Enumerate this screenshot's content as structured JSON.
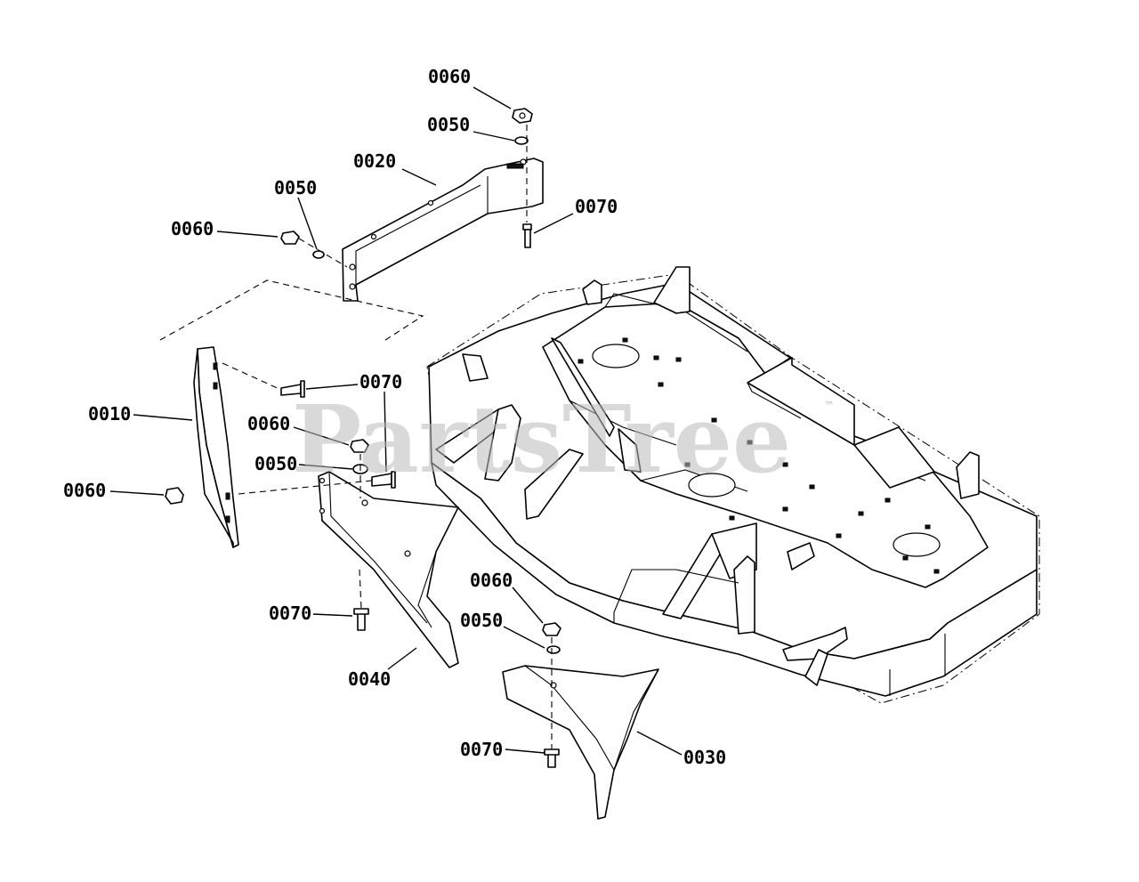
{
  "watermark": {
    "text": "PartsTree",
    "trademark": "™"
  },
  "callouts": {
    "c1": "0060",
    "c2": "0050",
    "c3": "0020",
    "c4": "0070",
    "c5": "0050",
    "c6": "0060",
    "c7": "0070",
    "c8": "0010",
    "c9": "0060",
    "c10": "0050",
    "c11": "0060",
    "c12": "0070",
    "c13": "0040",
    "c14": "0060",
    "c15": "0050",
    "c16": "0070",
    "c17": "0030"
  }
}
